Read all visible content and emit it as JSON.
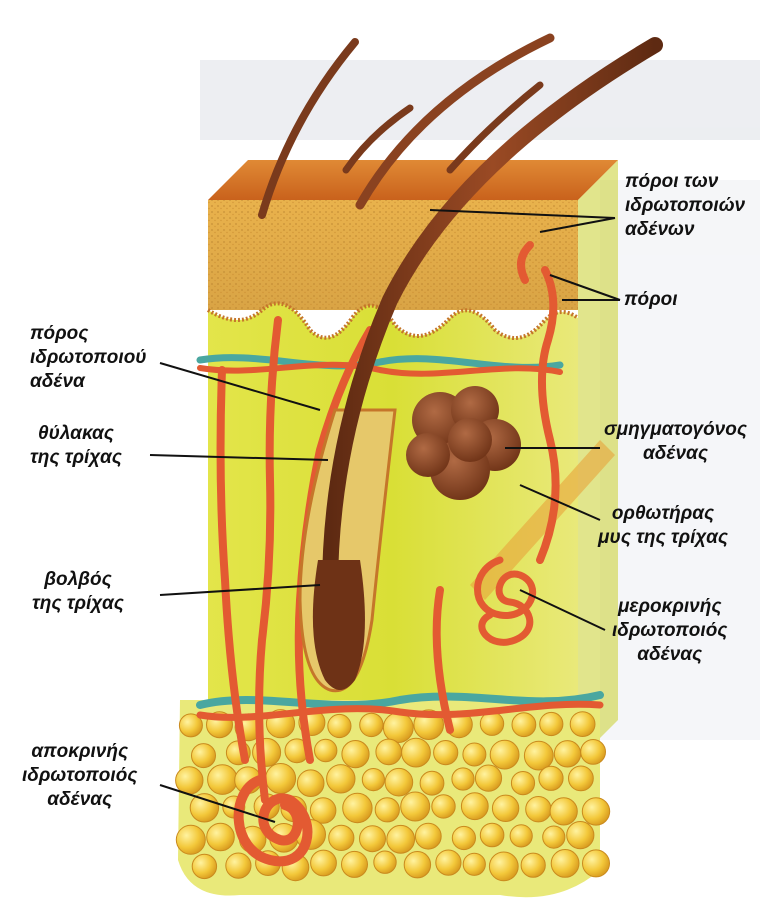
{
  "labels": {
    "pores_of_sweat_glands": [
      "πόροι των",
      "ιδρωτοποιών",
      "αδένων"
    ],
    "pores": [
      "πόροι"
    ],
    "sweat_gland_pore": [
      "πόρος",
      "ιδρωτοποιού",
      "αδένα"
    ],
    "hair_follicle": [
      "θύλακας",
      "της τρίχας"
    ],
    "sebaceous_gland": [
      "σμηγματογόνος",
      "αδένας"
    ],
    "arrector_muscle": [
      "ορθωτήρας",
      "μυς της τρίχας"
    ],
    "hair_bulb": [
      "βολβός",
      "της τρίχας"
    ],
    "eccrine_gland": [
      "μεροκρινής",
      "ιδρωτοποιός",
      "αδένας"
    ],
    "apocrine_gland": [
      "αποκρινής",
      "ιδρωτοποιός",
      "αδένας"
    ]
  },
  "colors": {
    "epidermis_top": "#d9782a",
    "epidermis_side": "#e1a64a",
    "dermis": "#dfe23a",
    "fat": "#f2c433",
    "hair": "#7a3a1c",
    "vessel_red": "#e35a32",
    "vessel_teal": "#4aa7a0",
    "label_text": "#111111"
  }
}
